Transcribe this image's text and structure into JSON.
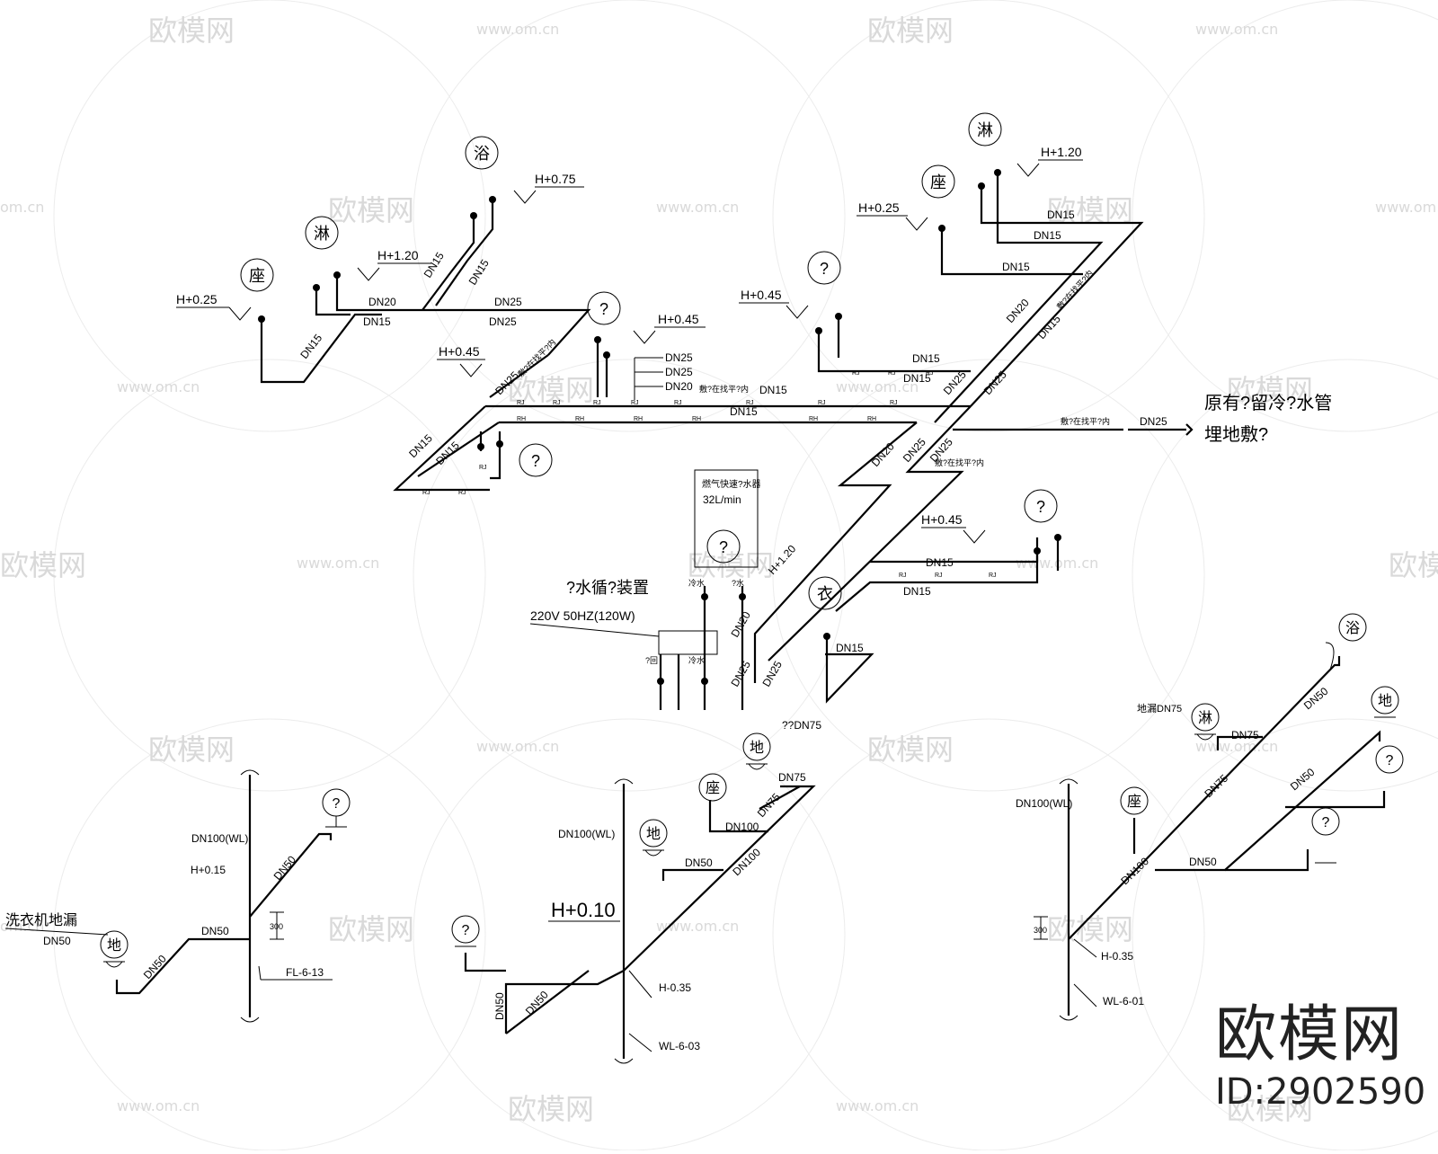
{
  "watermarks": {
    "brand": "欧模网",
    "url": "www.om.cn",
    "url_short": "om.cn"
  },
  "brand": {
    "name": "欧模网",
    "id": "ID:2902590"
  },
  "fixtures": {
    "bath": "浴",
    "shower": "淋",
    "toilet": "座",
    "floor": "地",
    "unknown": "?",
    "washer": "衣"
  },
  "labels": {
    "h025": "H+0.25",
    "h120": "H+1.20",
    "h075": "H+0.75",
    "h045": "H+0.45",
    "h015": "H+0.15",
    "h010": "H+0.10",
    "hm035": "H-0.35",
    "dn15": "DN15",
    "dn20": "DN20",
    "dn25": "DN25",
    "dn50": "DN50",
    "dn75": "DN75",
    "dn100": "DN100",
    "dn100wl": "DN100(WL)",
    "rj": "RJ",
    "rh": "RH",
    "embed": "敷?在找平?内",
    "existing_line1": "原有?留冷?水管",
    "existing_line2": "埋地敷?",
    "heater_line1": "燃气快速?水器",
    "heater_line2": "32L/min",
    "circ_title": "?水循?装置",
    "circ_spec": "220V 50HZ(120W)",
    "cold": "冷水",
    "hot_return": "?回",
    "hot": "?水",
    "washer_drain": "洗衣机地漏",
    "fl": "FL-6-13",
    "wl3": "WL-6-03",
    "wl1": "WL-6-01",
    "q_dn75": "??DN75",
    "dim300": "300",
    "floor_dn75": "地漏DN75"
  }
}
